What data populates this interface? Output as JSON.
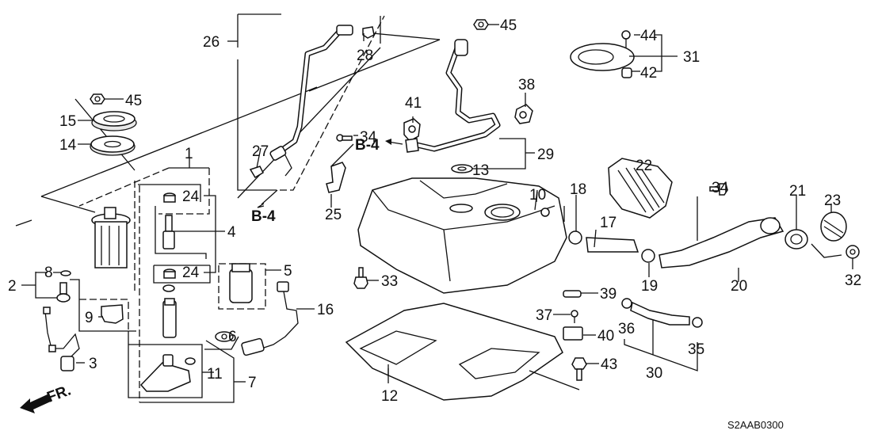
{
  "diagram": {
    "title": "Fuel tank assembly exploded parts diagram",
    "code": "S2AAB0300",
    "front_indicator": "FR.",
    "refs": {
      "b4": "B-4"
    },
    "callouts": {
      "c1": "1",
      "c2": "2",
      "c3": "3",
      "c4": "4",
      "c5": "5",
      "c6": "6",
      "c7": "7",
      "c8": "8",
      "c9": "9",
      "c10": "10",
      "c11": "11",
      "c12": "12",
      "c13": "13",
      "c14": "14",
      "c15": "15",
      "c16": "16",
      "c17": "17",
      "c18": "18",
      "c19": "19",
      "c20": "20",
      "c21": "21",
      "c22": "22",
      "c23": "23",
      "c24": "24",
      "c25": "25",
      "c26": "26",
      "c27": "27",
      "c28": "28",
      "c29": "29",
      "c30": "30",
      "c31": "31",
      "c32": "32",
      "c33": "33",
      "c34": "34",
      "c35": "35",
      "c36": "36",
      "c37": "37",
      "c38": "38",
      "c39": "39",
      "c40": "40",
      "c41": "41",
      "c42": "42",
      "c43": "43",
      "c44": "44",
      "c45": "45"
    }
  }
}
